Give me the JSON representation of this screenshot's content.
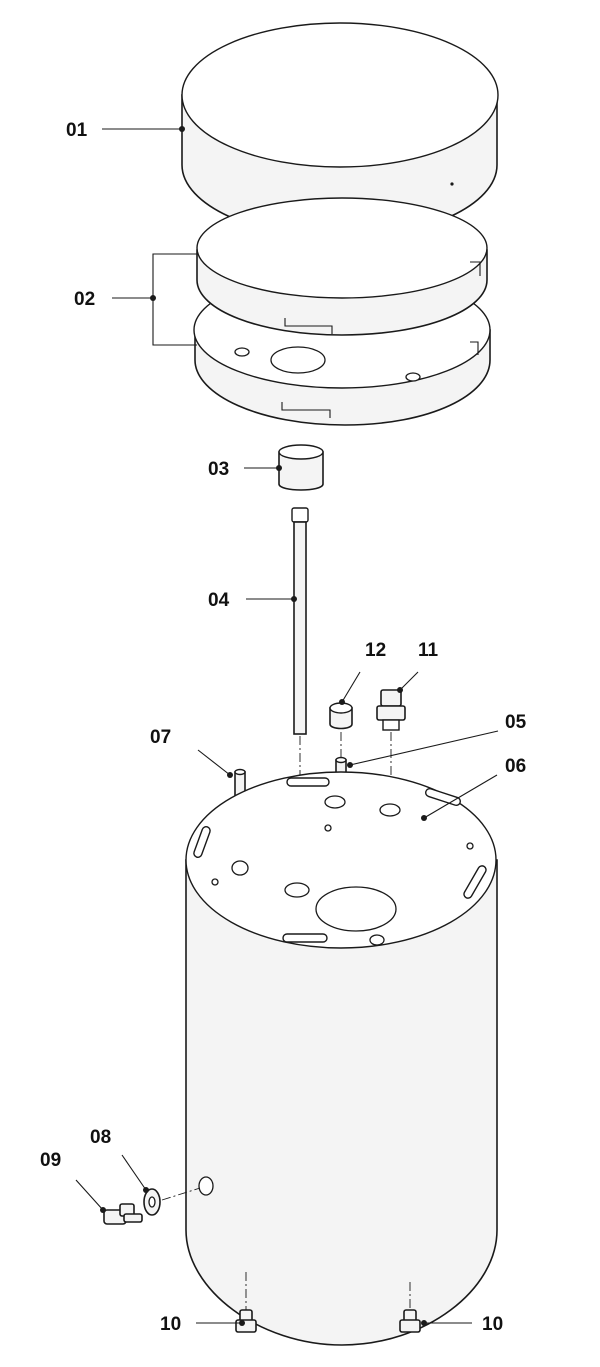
{
  "callouts": {
    "c01": "01",
    "c02": "02",
    "c03": "03",
    "c04": "04",
    "c05": "05",
    "c06": "06",
    "c07": "07",
    "c08": "08",
    "c09": "09",
    "c10a": "10",
    "c10b": "10",
    "c11": "11",
    "c12": "12"
  }
}
